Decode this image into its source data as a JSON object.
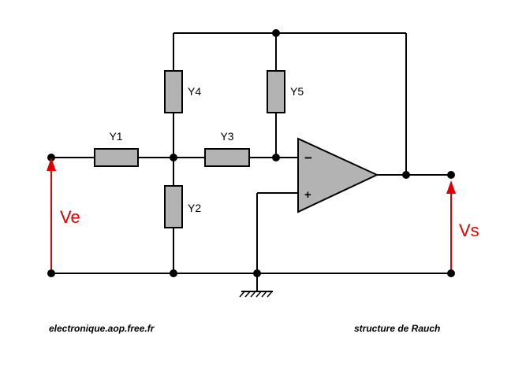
{
  "components": {
    "y1": "Y1",
    "y2": "Y2",
    "y3": "Y3",
    "y4": "Y4",
    "y5": "Y5"
  },
  "opamp": {
    "minus": "−",
    "plus": "+"
  },
  "signals": {
    "input": "Ve",
    "output": "Vs"
  },
  "footer": {
    "site": "electronique.aop.free.fr",
    "caption": "structure de Rauch"
  },
  "colors": {
    "wire": "#000000",
    "component_fill": "#b3b3b3",
    "signal_arrow": "#e00000"
  }
}
